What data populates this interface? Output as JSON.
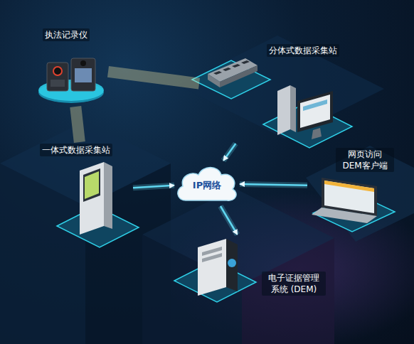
{
  "diagram": {
    "nodes": [
      {
        "text": [
          "执法记录仪"
        ]
      },
      {
        "text": [
          "分体式数据采集站"
        ]
      },
      {
        "text": [
          "一体式数据采集站"
        ]
      },
      {
        "text": [
          "IP网络"
        ]
      },
      {
        "text": [
          "网页访问 DEM客户端"
        ]
      },
      {
        "text": [
          "电子证据管理 系统 (DEM)"
        ]
      }
    ],
    "edges": [
      {
        "from": 0,
        "to": 1,
        "arrow": "none"
      },
      {
        "from": 0,
        "to": 2,
        "arrow": "none"
      },
      {
        "from": 2,
        "to": 3,
        "arrow": "to"
      },
      {
        "from": 1,
        "to": 3,
        "arrow": "to"
      },
      {
        "from": 4,
        "to": 3,
        "arrow": "to"
      },
      {
        "from": 3,
        "to": 5,
        "arrow": "to"
      }
    ]
  }
}
